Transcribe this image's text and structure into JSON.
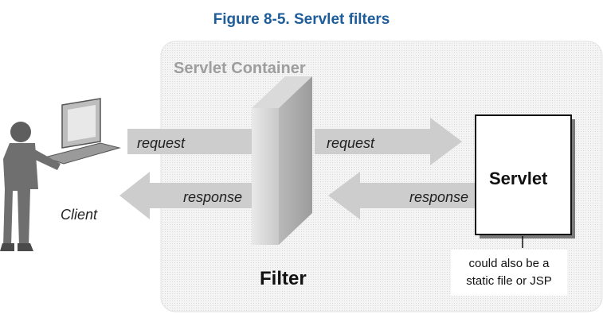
{
  "figure": {
    "caption": "Figure 8-5. Servlet filters"
  },
  "diagram": {
    "container_label": "Servlet Container",
    "client_label": "Client",
    "filter_label": "Filter",
    "servlet_label": "Servlet",
    "note_lines": [
      "could also be a",
      "static file or JSP"
    ],
    "arrows": {
      "client_to_filter": "request",
      "filter_to_servlet": "request",
      "filter_to_client": "response",
      "servlet_to_filter": "response"
    }
  }
}
